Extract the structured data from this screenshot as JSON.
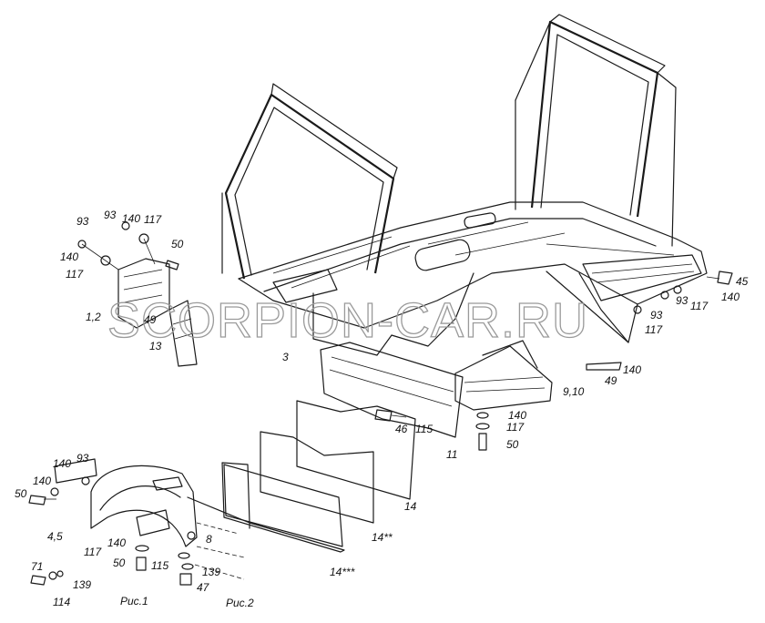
{
  "watermark": "SCORPION-CAR.RU",
  "captions": {
    "fig1": "Рис.1",
    "fig2": "Рис.2"
  },
  "callouts": [
    "93",
    "93",
    "140",
    "117",
    "140",
    "117",
    "50",
    "1,2",
    "49",
    "13",
    "3",
    "45",
    "140",
    "117",
    "93",
    "93",
    "117",
    "140",
    "49",
    "9,10",
    "140",
    "117",
    "50",
    "46",
    "115",
    "11",
    "14",
    "14**",
    "14***",
    "93",
    "140",
    "140",
    "50",
    "4,5",
    "8",
    "140",
    "117",
    "50",
    "115",
    "139",
    "47",
    "71",
    "139",
    "114"
  ],
  "colors": {
    "line": "#1a1a1a",
    "panel": "#e4e4e4",
    "watermark": "#9a9a9a"
  }
}
